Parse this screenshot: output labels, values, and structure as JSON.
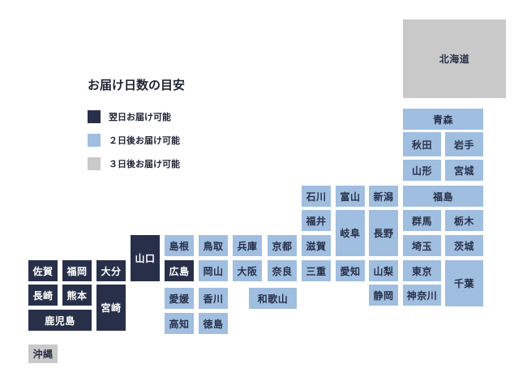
{
  "legend": {
    "title": "お届け日数の目安",
    "items": [
      {
        "label": "翌日お届け可能",
        "color": "#283049"
      },
      {
        "label": "２日後お届け可能",
        "color": "#a0bee0"
      },
      {
        "label": "３日後お届け可能",
        "color": "#c9c9c9"
      }
    ]
  },
  "prefectures": [
    {
      "id": "hokkaido",
      "name": "北海道",
      "days": 3
    },
    {
      "id": "aomori",
      "name": "青森",
      "days": 2
    },
    {
      "id": "akita",
      "name": "秋田",
      "days": 2
    },
    {
      "id": "iwate",
      "name": "岩手",
      "days": 2
    },
    {
      "id": "yamagata",
      "name": "山形",
      "days": 2
    },
    {
      "id": "miyagi",
      "name": "宮城",
      "days": 2
    },
    {
      "id": "ishikawa",
      "name": "石川",
      "days": 2
    },
    {
      "id": "toyama",
      "name": "富山",
      "days": 2
    },
    {
      "id": "niigata",
      "name": "新潟",
      "days": 2
    },
    {
      "id": "fukushima",
      "name": "福島",
      "days": 2
    },
    {
      "id": "fukui",
      "name": "福井",
      "days": 2
    },
    {
      "id": "gifu",
      "name": "岐阜",
      "days": 2
    },
    {
      "id": "nagano",
      "name": "長野",
      "days": 2
    },
    {
      "id": "gunma",
      "name": "群馬",
      "days": 2
    },
    {
      "id": "tochigi",
      "name": "栃木",
      "days": 2
    },
    {
      "id": "yamaguchi",
      "name": "山口",
      "days": 1
    },
    {
      "id": "shimane",
      "name": "島根",
      "days": 2
    },
    {
      "id": "tottori",
      "name": "鳥取",
      "days": 2
    },
    {
      "id": "hyogo",
      "name": "兵庫",
      "days": 2
    },
    {
      "id": "kyoto",
      "name": "京都",
      "days": 2
    },
    {
      "id": "shiga",
      "name": "滋賀",
      "days": 2
    },
    {
      "id": "saitama",
      "name": "埼玉",
      "days": 2
    },
    {
      "id": "ibaraki",
      "name": "茨城",
      "days": 2
    },
    {
      "id": "saga",
      "name": "佐賀",
      "days": 1
    },
    {
      "id": "fukuoka",
      "name": "福岡",
      "days": 1
    },
    {
      "id": "oita",
      "name": "大分",
      "days": 1
    },
    {
      "id": "hiroshima",
      "name": "広島",
      "days": 1
    },
    {
      "id": "okayama",
      "name": "岡山",
      "days": 2
    },
    {
      "id": "osaka",
      "name": "大阪",
      "days": 2
    },
    {
      "id": "nara",
      "name": "奈良",
      "days": 2
    },
    {
      "id": "mie",
      "name": "三重",
      "days": 2
    },
    {
      "id": "aichi",
      "name": "愛知",
      "days": 2
    },
    {
      "id": "yamanashi",
      "name": "山梨",
      "days": 2
    },
    {
      "id": "tokyo",
      "name": "東京",
      "days": 2
    },
    {
      "id": "chiba",
      "name": "千葉",
      "days": 2
    },
    {
      "id": "nagasaki",
      "name": "長崎",
      "days": 1
    },
    {
      "id": "kumamoto",
      "name": "熊本",
      "days": 1
    },
    {
      "id": "miyazaki",
      "name": "宮崎",
      "days": 1
    },
    {
      "id": "ehime",
      "name": "愛媛",
      "days": 2
    },
    {
      "id": "kagawa",
      "name": "香川",
      "days": 2
    },
    {
      "id": "wakayama",
      "name": "和歌山",
      "days": 2
    },
    {
      "id": "shizuoka",
      "name": "静岡",
      "days": 2
    },
    {
      "id": "kanagawa",
      "name": "神奈川",
      "days": 2
    },
    {
      "id": "kagoshima",
      "name": "鹿児島",
      "days": 1
    },
    {
      "id": "kochi",
      "name": "高知",
      "days": 2
    },
    {
      "id": "tokushima",
      "name": "徳島",
      "days": 2
    },
    {
      "id": "okinawa",
      "name": "沖縄",
      "days": 3
    }
  ]
}
